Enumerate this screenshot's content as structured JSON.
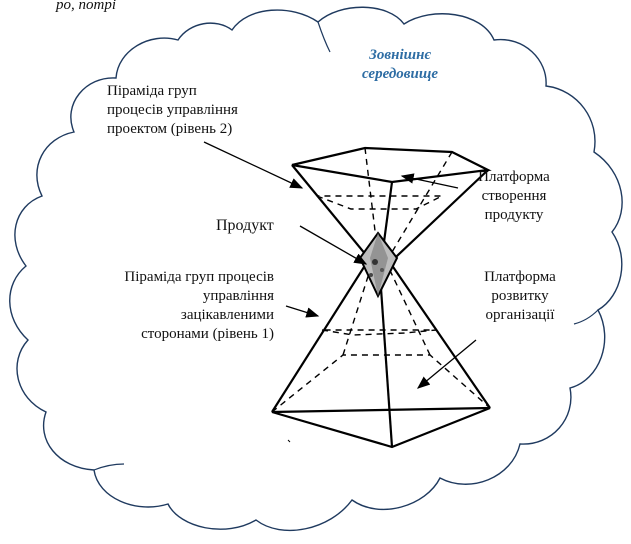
{
  "header_fragment": "ро, потрі",
  "environment": {
    "line1": "Зовнішнє",
    "line2": "середовище",
    "color": "#2e6da4"
  },
  "labels": {
    "project_pyramid": {
      "line1": "Піраміда груп",
      "line2": "процесів управління",
      "line3": "проектом (рівень 2)"
    },
    "product_platform": {
      "line1": "Платформа",
      "line2": "створення",
      "line3": "продукту"
    },
    "product": "Продукт",
    "stakeholder_pyramid": {
      "line1": "Піраміда груп процесів",
      "line2": "управління",
      "line3": "зацікавленими",
      "line4": "сторонами (рівень 1)"
    },
    "org_platform": {
      "line1": "Платформа",
      "line2": "розвитку",
      "line3": "організації"
    }
  },
  "colors": {
    "cloud_stroke": "#1f3a5f",
    "line": "#000000"
  }
}
